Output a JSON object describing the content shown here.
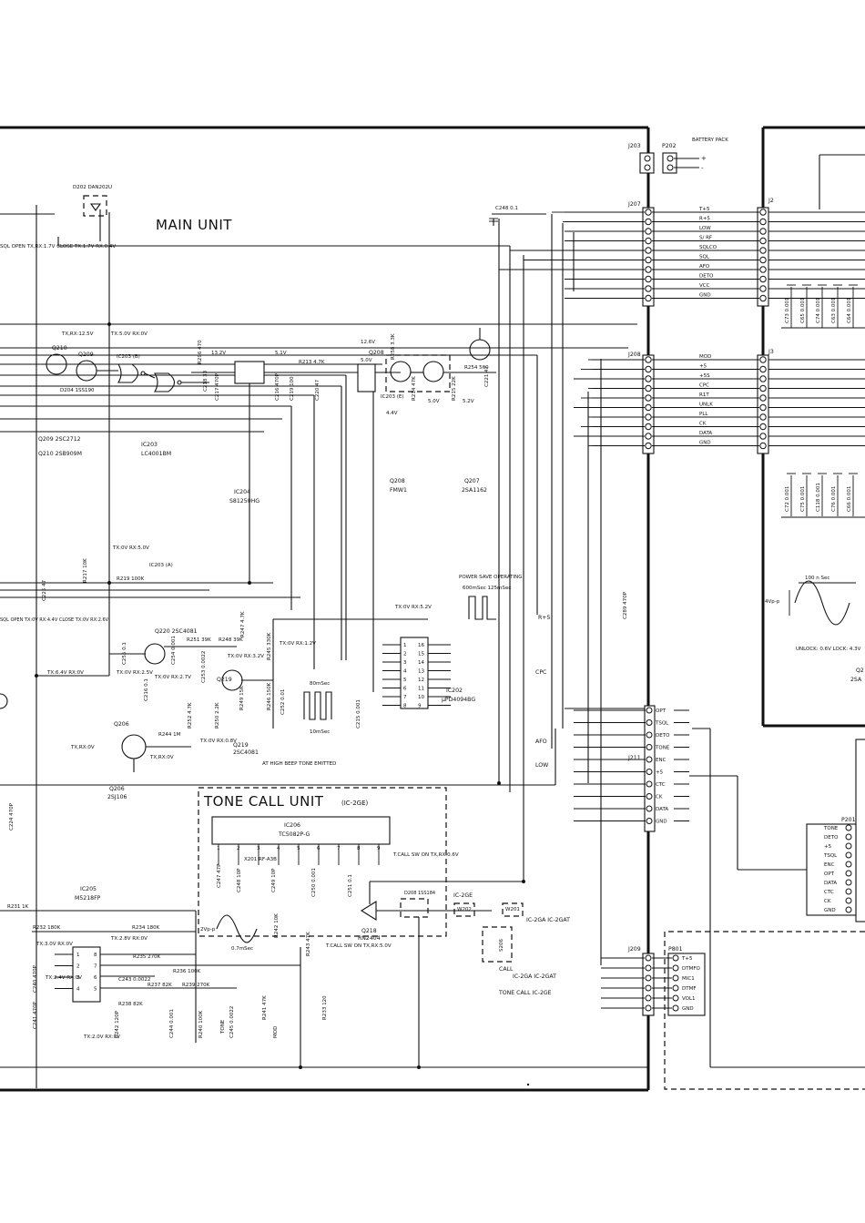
{
  "main_unit": {
    "title": "MAIN UNIT"
  },
  "tone_call_unit": {
    "title": "TONE CALL UNIT",
    "subtitle": "(IC-2GE)"
  },
  "connectors": {
    "j203": "J203",
    "p202": "P202",
    "battery_pack": "BATTERY PACK",
    "j207": "J207",
    "j2": "J2",
    "j208": "J208",
    "j3": "J3",
    "j211": "J211",
    "j209": "J209",
    "p201": "P201",
    "p801": "P801"
  },
  "j207_pins": [
    "T+5",
    "R+5",
    "LOW",
    "S/ RF",
    "SQLCO",
    "SQL",
    "AFO",
    "DETO",
    "VCC",
    "GND"
  ],
  "j208_pins": [
    "MOD",
    "+5",
    "+5S",
    "CPC",
    "R1T",
    "UNLK",
    "PLL",
    "CK",
    "DATA",
    "GND"
  ],
  "j211_pins": [
    "OPT",
    "TSQL",
    "DETO",
    "TONE",
    "ENC",
    "+5",
    "CTC",
    "CK",
    "DATA",
    "GND"
  ],
  "p201_pins": [
    "TONE",
    "DETO",
    "+5",
    "TSQL",
    "ENC",
    "OPT",
    "DATA",
    "CTC",
    "CK",
    "GND"
  ],
  "p801_pins": [
    "T+5",
    "DTMFO",
    "MIC1",
    "DTMF",
    "VOL1",
    "GND"
  ],
  "bus_labels": {
    "r5": "R+5",
    "cpc": "CPC",
    "afo": "AFO",
    "low": "LOW"
  },
  "ics": {
    "ic203": "IC203",
    "ic203_part": "LC4001BM",
    "ic204": "IC204",
    "ic204_part": "S81250HG",
    "ic202": "IC202",
    "ic202_part": "µPD4094BG",
    "ic205": "IC205",
    "ic205_part": "M5218FP",
    "ic206": "IC206",
    "ic206_part": "TC5082P-G",
    "ic203b": "IC203 (B)",
    "ic203a": "IC203 (A)",
    "ic203e": "IC203 (E)"
  },
  "transistors": {
    "q209": "Q209 2SC2712",
    "q210": "Q210 2SB909M",
    "q208": "Q208",
    "q208_part": "FMW1",
    "q207": "Q207",
    "q207_part": "2SA1162",
    "q220": "Q220 2SC4081",
    "q219": "Q219",
    "q219_part": "2SC4081",
    "q206": "Q206",
    "q206_part": "2SJ106",
    "q218": "Q218",
    "q218_part": "RN2404",
    "q210s": "Q210",
    "q209s": "Q209",
    "q208s": "Q208",
    "q206s": "Q206"
  },
  "diodes": {
    "d202": "D202 DAN202U",
    "d204": "D204 1SS190",
    "d208": "D208 1SS184"
  },
  "components": {
    "c248": "C248 0.1",
    "r296": "R296 470",
    "c218": "C218 33",
    "c217": "C217 470P",
    "c216": "C216 470P",
    "c219": "C219 100",
    "c220": "C220 47",
    "r213": "R213 4.7K",
    "r258": "R258 3.3K",
    "r254": "R254 560",
    "c221": "C221 47",
    "r214": "R214 47K",
    "r215": "R215 22K",
    "r219": "R219 100K",
    "c225": "C225 47",
    "r217": "R217 10K",
    "c289": "C289 470P",
    "c255": "C255 0.1",
    "r251": "R251 39K",
    "r248": "R248 39K",
    "r247": "R247 4.7K",
    "r245": "R245 330K",
    "c254": "C254 0.001",
    "c253": "C253 0.0022",
    "r246": "R246 150K",
    "c252": "C252 0.01",
    "r249": "R249 15K",
    "r252": "R252 4.7K",
    "r250": "R250 2.2K",
    "c215": "C215 0.001",
    "r244": "R244 1M",
    "c216b": "C216 0.1",
    "c224": "C224 470P",
    "r231": "R231 1K",
    "r232": "R232 180K",
    "r234": "R234 180K",
    "r235": "R235 270K",
    "c243": "C243 0.0022",
    "r237": "R237 82K",
    "r236": "R236 100K",
    "r239": "R239 270K",
    "r238": "R238 82K",
    "c242": "C242 120P",
    "c244": "C244 0.001",
    "r240": "R240 100K",
    "c245": "C245 0.0022",
    "r241": "R241 47K",
    "c240": "C240 470P",
    "c241": "C241 470P",
    "c247": "C247 47P",
    "c248b": "C248 10P",
    "x201": "X201 RF-A3B",
    "c249": "C249 10P",
    "r242": "R242 10K",
    "c250": "C250 0.001",
    "c251": "C251 0.1",
    "r243": "R243 47K",
    "r233": "R233 120"
  },
  "voltages": {
    "v_sql_open": "SQL OPEN TX,RX:1.7V CLOSE TX:1.7V RX:0.4V",
    "v_txrx125": "TX,RX:12.5V",
    "v_tx5": "TX:5.0V RX:0V",
    "v_132": "13.2V",
    "v_51": "5.1V",
    "v_126": "12.6V",
    "v_50": "5.0V",
    "v_50b": "5.0V",
    "v_52": "5.2V",
    "v_44": "4.4V",
    "v_tx0rx5": "TX:0V RX:5.0V",
    "v_tx0rx52": "TX:0V RX:5.2V",
    "v_tx0rx32": "TX:0V RX:3.2V",
    "v_tx0rx12": "TX:0V RX:1.2V",
    "v_tx0rx25": "TX:0V RX:2.5V",
    "v_tx0rx27": "TX:0V RX:2.7V",
    "v_tx0rx08": "TX:0V RX:0.8V",
    "v_txrx0": "TX,RX:0V",
    "v_txrx0b": "TX,RX:0V",
    "v_tx64": "TX:6.4V RX:0V",
    "v_sql2": "SQL OPEN TX:0V RX:4.4V CLOSE TX:0V RX:2.6V",
    "v_tx28": "TX:2.8V RX:0V",
    "v_tx30": "TX:3.0V RX:0V",
    "v_tx24": "TX:2.4V RX:0V",
    "v_tx20": "TX:2.0V RX:0V",
    "v_tcall": "T.CALL SW ON TX,RX:0.6V",
    "v_tcall2": "T.CALL SW ON TX,RX:5.0V",
    "v_4vpp": "4Vp-p",
    "v_2vpp": "2Vp-p",
    "v_unlock": "UNLOCK: 0.6V LOCK: 4.3V"
  },
  "annotations": {
    "power_save": "POWER SAVE OPERATING",
    "ps_timing": "600mSec 125mSec",
    "beep": "AT HIGH BEEP TONE EMITTED",
    "beep_time": "80mSec",
    "beep_time2": "10mSec",
    "wave100": "100 n Sec",
    "wave_tone": "0.7mSec",
    "ic2ge": "IC-2GE",
    "ic2ga": "IC-2GA IC-2GAT",
    "call": "CALL",
    "ic2ga2": "IC-2GA IC-2GAT",
    "tone_call": "TONE CALL IC-2GE",
    "w202": "W202",
    "w201": "W201",
    "s206": "S206",
    "tone_lbl": "TONE",
    "mod_lbl": "MOD",
    "q2": "Q2",
    "q2_part": "2SA"
  },
  "caps_right": [
    "C73 0.001",
    "C65 0.001",
    "C74 0.001",
    "C63 0.001",
    "C64 0.001",
    "C72 0.001",
    "C75 0.001",
    "C118 0.001",
    "C76 0.001",
    "C66 0.001"
  ]
}
